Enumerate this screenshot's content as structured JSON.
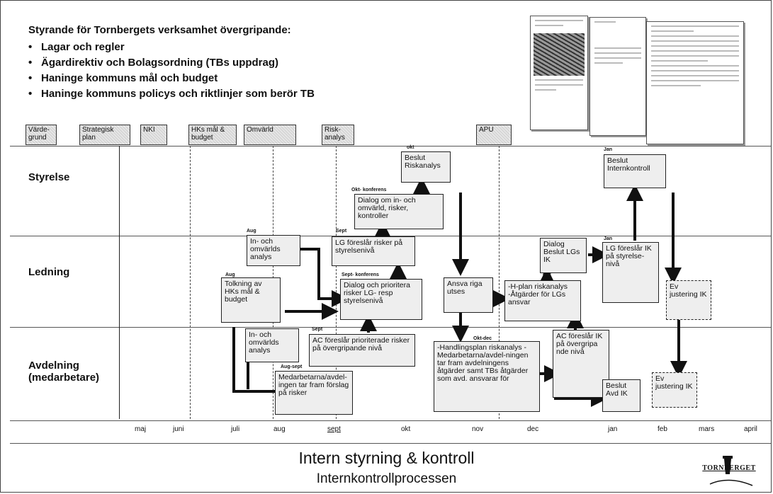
{
  "intro": {
    "title": "Styrande för Tornbergets verksamhet övergripande:",
    "bullets": [
      "Lagar och regler",
      "Ägardirektiv och Bolagsordning (TBs uppdrag)",
      "Haninge kommuns mål och budget",
      "Haninge kommuns policys och riktlinjer som berör TB"
    ]
  },
  "tags": [
    "Värde-grund",
    "Strategisk plan",
    "NKI",
    "HKs mål & budget",
    "Omvärld",
    "Risk-analys",
    "APU"
  ],
  "rows": [
    "Styrelse",
    "Ledning",
    "Avdelning (medarbetare)"
  ],
  "timing_labels": {
    "okt": "okt",
    "okt_konferens": "Okt- konferens",
    "aug1": "Aug",
    "aug2": "Aug",
    "sept1": "Sept",
    "sept_konferens": "Sept- konferens",
    "sept2": "Sept",
    "aug_sept": "Aug-sept",
    "dec": "dec",
    "okt_dec": "Okt-dec",
    "jan1": "Jan",
    "jan2": "Jan"
  },
  "boxes": {
    "beslut_riskanalys": "Beslut Riskanalys",
    "dialog_omvarld": "Dialog om in- och omvärld, risker, kontroller",
    "in_omvarld_ledning": "In- och omvärlds analys",
    "tolkning": "Tolkning av HKs mål & budget",
    "lg_foreslar": "LG föreslår risker på styrelsenivå",
    "dialog_prioritera": "Dialog och prioritera risker LG- resp styrelsenivå",
    "ansvariga": "Ansva riga utses",
    "h_plan": "-H-plan riskanalys -Åtgärder för LGs ansvar",
    "dialog_beslut_lg": "Dialog Beslut LGs IK",
    "lg_foreslar_ik": "LG föreslår IK på styrelse-nivå",
    "beslut_internkontroll": "Beslut Internkontroll",
    "ev_justering_ledning": "Ev justering IK",
    "in_omvarld_avd": "In- och omvärlds analys",
    "ac_foreslar_prioriterade": "AC föreslår prioriterade risker på övergripande nivå",
    "medarbetarna": "Medarbetarna/avdel-ingen tar fram förslag på risker",
    "handlingsplan": "-Handlingsplan riskanalys - Medarbetarna/avdel-ningen tar fram avdelningens åtgärder samt TBs åtgärder som avd. ansvarar för",
    "ac_foreslar_ik": "AC föreslår IK på övergripa nde nivå",
    "beslut_avd_ik": "Beslut Avd IK",
    "ev_justering_avd": "Ev justering IK"
  },
  "months": [
    "maj",
    "juni",
    "juli",
    "aug",
    "sept",
    "okt",
    "nov",
    "dec",
    "jan",
    "feb",
    "mars",
    "april"
  ],
  "title": "Intern styrning & kontroll",
  "subtitle": "Internkontrollprocessen",
  "logo_text": "TORNBERGET"
}
